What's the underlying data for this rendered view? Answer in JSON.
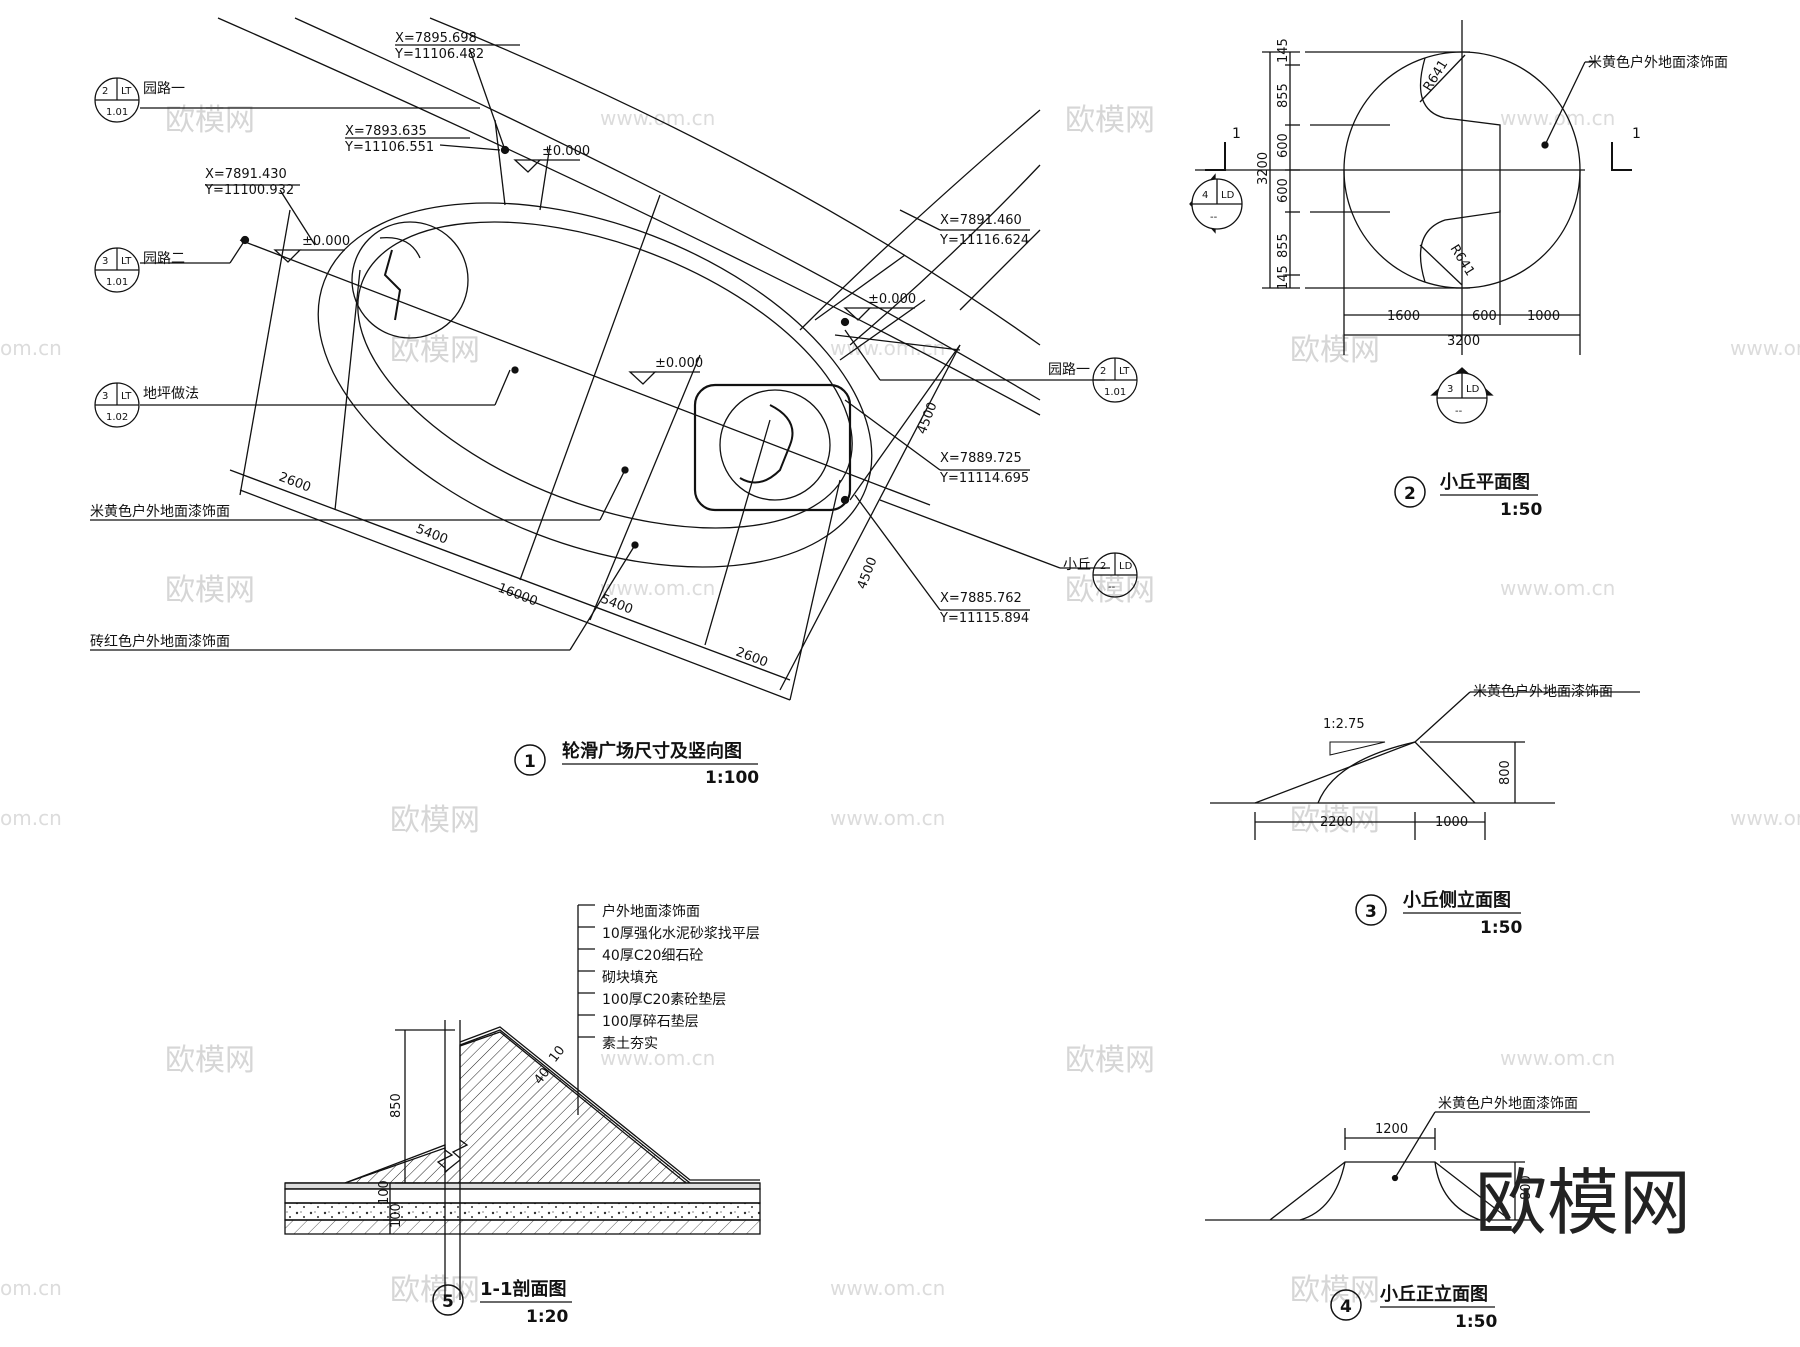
{
  "drawing1": {
    "number": "1",
    "title": "轮滑广场尺寸及竖向图",
    "scale": "1:100",
    "callouts": {
      "road1_top": {
        "text": "园路一",
        "num": "2",
        "sheet": "LT",
        "page": "1.01"
      },
      "road2": {
        "text": "园路二",
        "num": "3",
        "sheet": "LT",
        "page": "1.01"
      },
      "floor": {
        "text": "地坪做法",
        "num": "3",
        "sheet": "LT",
        "page": "1.02"
      },
      "road1_right": {
        "text": "园路一",
        "num": "2",
        "sheet": "LT",
        "page": "1.01"
      },
      "hill": {
        "text": "小丘",
        "num": "2",
        "sheet": "LD",
        "page": "--"
      }
    },
    "labels": {
      "beige": "米黄色户外地面漆饰面",
      "red": "砖红色户外地面漆饰面"
    },
    "coords": {
      "c1x": "X=7895.698",
      "c1y": "Y=11106.482",
      "c2x": "X=7893.635",
      "c2y": "Y=11106.551",
      "c3x": "X=7891.430",
      "c3y": "Y=11100.932",
      "c4x": "X=7891.460",
      "c4y": "Y=11116.624",
      "c5x": "X=7889.725",
      "c5y": "Y=11114.695",
      "c6x": "X=7885.762",
      "c6y": "Y=11115.894"
    },
    "elevations": {
      "e1": "±0.000",
      "e2": "±0.000",
      "e3": "±0.000",
      "e4": "±0.000"
    },
    "dims": {
      "d2600a": "2600",
      "d5400a": "5400",
      "d16000": "16000",
      "d5400b": "5400",
      "d2600b": "2600",
      "d4500a": "4500",
      "d4500b": "4500"
    }
  },
  "drawing2": {
    "number": "2",
    "title": "小丘平面图",
    "scale": "1:50",
    "label": "米黄色户外地面漆饰面",
    "radius_top": "R641",
    "radius_bottom": "R641",
    "section_mark": "1",
    "dims": {
      "v145a": "145",
      "v855a": "855",
      "v600a": "600",
      "v600b": "600",
      "v855b": "855",
      "v145b": "145",
      "v3200": "3200",
      "h1600": "1600",
      "h600": "600",
      "h1000": "1000",
      "h3200": "3200"
    },
    "left_ref": {
      "num": "4",
      "sheet": "LD",
      "page": "--"
    },
    "bottom_ref": {
      "num": "3",
      "sheet": "LD",
      "page": "--"
    }
  },
  "drawing3": {
    "number": "3",
    "title": "小丘侧立面图",
    "scale": "1:50",
    "label": "米黄色户外地面漆饰面",
    "slope": "1:2.75",
    "dims": {
      "h2200": "2200",
      "h1000": "1000",
      "v800": "800"
    }
  },
  "drawing4": {
    "number": "4",
    "title": "小丘正立面图",
    "scale": "1:50",
    "label": "米黄色户外地面漆饰面",
    "dims": {
      "h1200": "1200",
      "v800": "800"
    }
  },
  "drawing5": {
    "number": "5",
    "title": "1-1剖面图",
    "scale": "1:20",
    "layers": [
      "户外地面漆饰面",
      "10厚强化水泥砂浆找平层",
      "40厚C20细石砼",
      "砌块填充",
      "100厚C20素砼垫层",
      "100厚碎石垫层",
      "素土夯实"
    ],
    "dims": {
      "v850": "850",
      "v100a": "100",
      "v100b": "100",
      "slope_a": "40",
      "slope_b": "10"
    }
  },
  "watermark": {
    "brand": "欧模网",
    "url": "www.om.cn",
    "left_url": "om.cn"
  }
}
